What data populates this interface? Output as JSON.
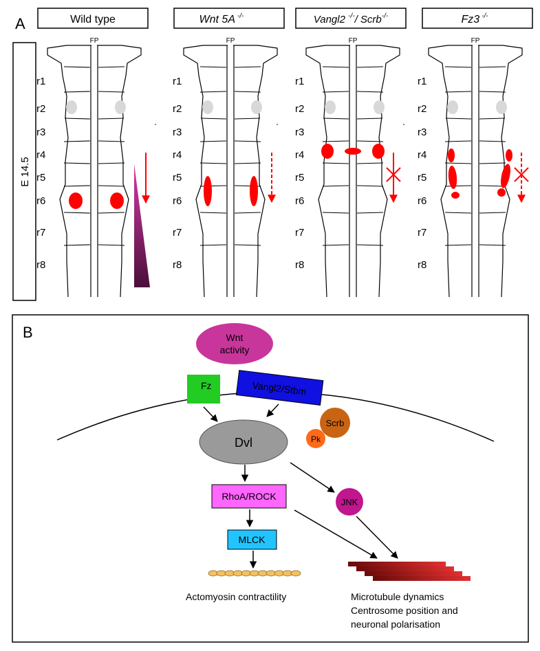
{
  "panel_a": {
    "letter": "A",
    "stage_label": "E 14.5",
    "floor_plate": "FP",
    "rhombomeres": [
      "r1",
      "r2",
      "r3",
      "r4",
      "r5",
      "r6",
      "r7",
      "r8"
    ],
    "columns": [
      {
        "title": "Wild type",
        "sup": ""
      },
      {
        "title": "Wnt 5A",
        "sup": "-/-"
      },
      {
        "title": "Vangl2 ",
        "sup": "-/-",
        "title2": "/ Scrb",
        "sup2": "-/-"
      },
      {
        "title": "Fz3",
        "sup": "-/-"
      }
    ],
    "colors": {
      "nucleus": "#ff0000",
      "early": "#d8d8d8",
      "gradient_top": "#c8269a",
      "gradient_bottom": "#4a0f3a"
    }
  },
  "panel_b": {
    "letter": "B",
    "nodes": {
      "wnt": "Wnt\nactivity",
      "fz": "Fz",
      "vangl": "Vangl2/Stbm",
      "dvl": "Dvl",
      "scrb": "Scrb",
      "pk": "Pk",
      "rhoa": "RhoA/ROCK",
      "jnk": "JNK",
      "mlck": "MLCK"
    },
    "outcomes": {
      "actomyosin": "Actomyosin contractility",
      "microtubule_1": "Microtubule dynamics",
      "microtubule_2": "Centrosome position and",
      "microtubule_3": "neuronal polarisation"
    },
    "colors": {
      "wnt": "#c8369c",
      "fz": "#22cc22",
      "vangl": "#1010e0",
      "dvl": "#9a9a9a",
      "scrb": "#c86414",
      "pk": "#ff6a1a",
      "rhoa": "#ff66ff",
      "jnk": "#c0168e",
      "mlck": "#22c4ff",
      "bead": "#f5c060",
      "filament": "#a01010"
    }
  }
}
